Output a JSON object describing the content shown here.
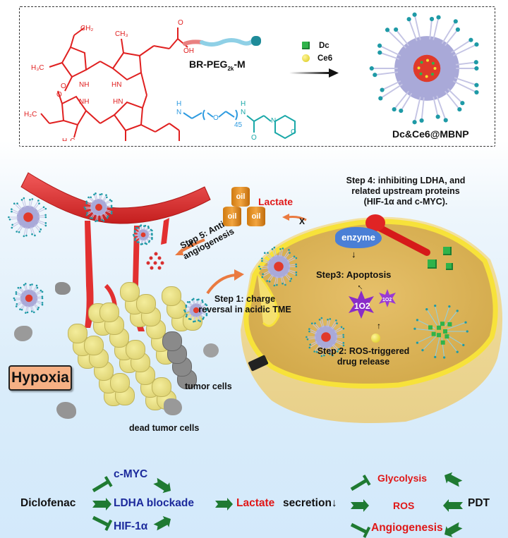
{
  "top_panel": {
    "polymer_label": "BR-PEG",
    "polymer_label_sub": "2k",
    "polymer_label_suffix": "-M",
    "legend": [
      {
        "label": "Dc",
        "icon": "green-cube-icon",
        "color": "#2fb34a"
      },
      {
        "label": "Ce6",
        "icon": "yellow-sphere-icon",
        "color": "#e8d81e"
      }
    ],
    "nanoparticle_label": "Dc&Ce6@MBNP",
    "chemistry": {
      "groups": [
        "CH2",
        "CH3",
        "H3C",
        "OH",
        "O",
        "NH",
        "HN",
        "H2C",
        "H",
        "N",
        "O",
        "45"
      ],
      "repeat_unit": "45"
    }
  },
  "scene": {
    "hypoxia_label": "Hypoxia",
    "tumor_cells_label": "tumor cells",
    "dead_tumor_cells_label": "dead tumor cells",
    "lactate_label": "Lactate",
    "barrel_label": "oil",
    "enzyme_label": "enzyme",
    "singlet_oxygen_label": "1O2",
    "steps": {
      "step1": [
        "Step 1: charge",
        "reversal in acidic TME"
      ],
      "step2": [
        "Step 2: ROS-triggered",
        "drug release"
      ],
      "step3": "Step3: Apoptosis",
      "step4": [
        "Step 4:  inhibiting LDHA, and",
        "related upstream proteins",
        "(HIF-1α and c-MYC)."
      ],
      "step5": [
        "Step 5: Anti-",
        "angiogenesis"
      ]
    },
    "blocked_marker": "X"
  },
  "pathway": {
    "diclofenac": "Diclofenac",
    "cmyc": "c-MYC",
    "ldha": "LDHA blockade",
    "hif": "HIF-1α",
    "lactate": "Lactate",
    "secretion": "secretion↓",
    "glycolysis": "Glycolysis",
    "ros": "ROS",
    "angiogenesis": "Angiogenesis",
    "pdt": "PDT",
    "colors": {
      "arrow": "#1f7a32",
      "blue_text": "#1c2a9c",
      "red_text": "#e01818"
    }
  }
}
